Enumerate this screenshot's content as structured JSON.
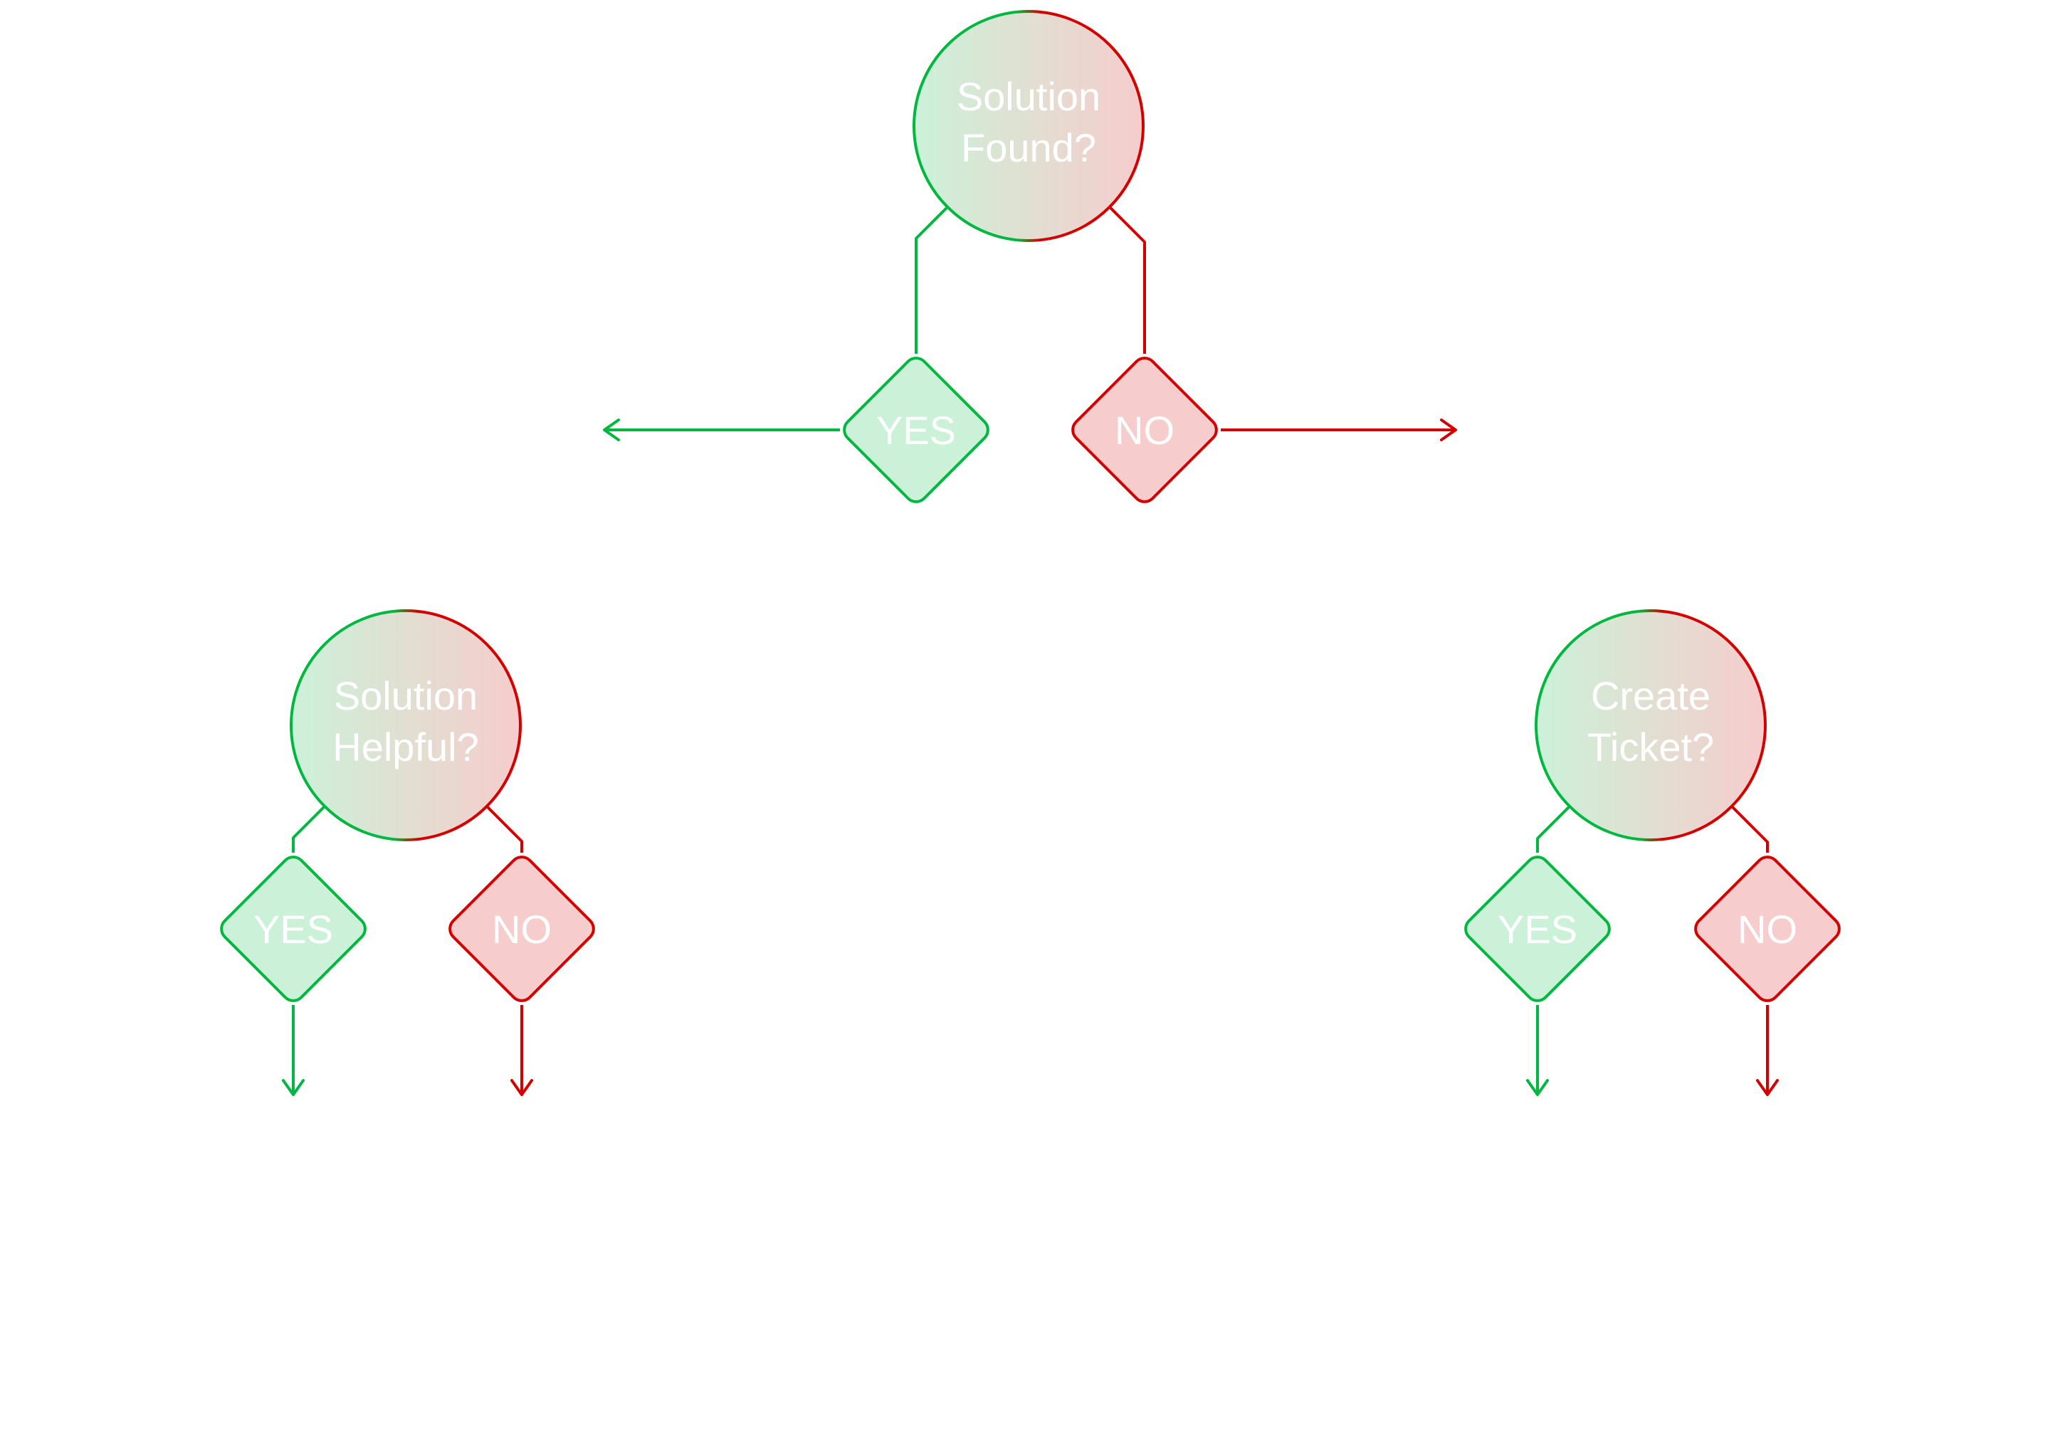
{
  "diagram": {
    "colors": {
      "yes_stroke": "#00b83f",
      "yes_fill": "#ccf1d9",
      "no_stroke": "#d40000",
      "no_fill": "#f6cccc",
      "text": "#ffffff",
      "background": "#ffffff"
    },
    "nodes": {
      "root": {
        "type": "decision-circle",
        "lines": [
          "Solution",
          "Found?"
        ]
      },
      "root_yes": {
        "type": "diamond",
        "label": "YES",
        "kind": "yes"
      },
      "root_no": {
        "type": "diamond",
        "label": "NO",
        "kind": "no"
      },
      "left": {
        "type": "decision-circle",
        "lines": [
          "Solution",
          "Helpful?"
        ]
      },
      "left_yes": {
        "type": "diamond",
        "label": "YES",
        "kind": "yes"
      },
      "left_no": {
        "type": "diamond",
        "label": "NO",
        "kind": "no"
      },
      "right": {
        "type": "decision-circle",
        "lines": [
          "Create",
          "Ticket?"
        ]
      },
      "right_yes": {
        "type": "diamond",
        "label": "YES",
        "kind": "yes"
      },
      "right_no": {
        "type": "diamond",
        "label": "NO",
        "kind": "no"
      }
    },
    "edges": [
      {
        "from": "root",
        "to": "root_yes",
        "kind": "yes"
      },
      {
        "from": "root",
        "to": "root_no",
        "kind": "no"
      },
      {
        "from": "root_yes",
        "to": "left-arrow-out",
        "kind": "yes",
        "direction": "left"
      },
      {
        "from": "root_no",
        "to": "right-arrow-out",
        "kind": "no",
        "direction": "right"
      },
      {
        "from": "left",
        "to": "left_yes",
        "kind": "yes"
      },
      {
        "from": "left",
        "to": "left_no",
        "kind": "no"
      },
      {
        "from": "left_yes",
        "to": "down-arrow-out",
        "kind": "yes",
        "direction": "down"
      },
      {
        "from": "left_no",
        "to": "down-arrow-out",
        "kind": "no",
        "direction": "down"
      },
      {
        "from": "right",
        "to": "right_yes",
        "kind": "yes"
      },
      {
        "from": "right",
        "to": "right_no",
        "kind": "no"
      },
      {
        "from": "right_yes",
        "to": "down-arrow-out",
        "kind": "yes",
        "direction": "down"
      },
      {
        "from": "right_no",
        "to": "down-arrow-out",
        "kind": "no",
        "direction": "down"
      }
    ]
  }
}
